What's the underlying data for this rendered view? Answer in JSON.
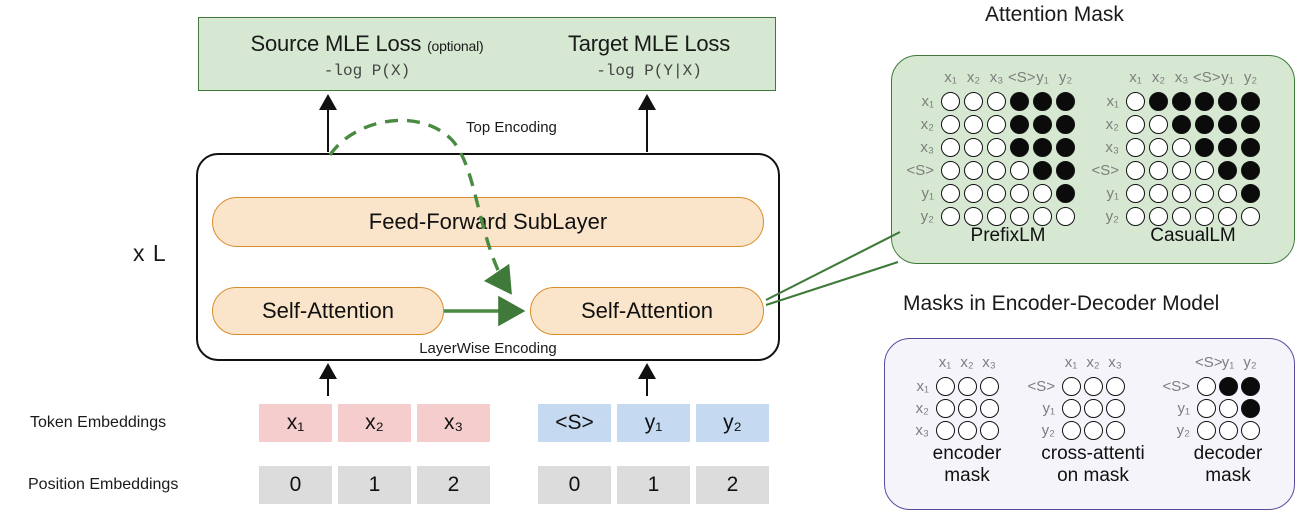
{
  "loss_banner": {
    "source": {
      "title": "Source MLE Loss ",
      "optional": "(optional)",
      "formula": "-log P(X)"
    },
    "target": {
      "title": "Target MLE Loss",
      "formula": "-log P(Y|X)"
    }
  },
  "layer": {
    "feed_forward_label": "Feed-Forward SubLayer",
    "self_attention_left_label": "Self-Attention",
    "self_attention_right_label": "Self-Attention",
    "layerwise_encoding_label": "LayerWise Encoding",
    "repeat_label": "x L",
    "top_encoding_label": "Top Encoding"
  },
  "embeddings": {
    "token_label": "Token Embeddings",
    "position_label": "Position  Embeddings",
    "source_tokens": [
      "x₁",
      "x₂",
      "x₃"
    ],
    "target_tokens": [
      "<S>",
      "y₁",
      "y₂"
    ],
    "source_positions": [
      "0",
      "1",
      "2"
    ],
    "target_positions": [
      "0",
      "1",
      "2"
    ],
    "source_color": "#f5cdcd",
    "target_color": "#c5d9f1",
    "position_color": "#dcdcdc"
  },
  "attention_mask_panel": {
    "title": "Attention Mask",
    "fill": "#d6e8d2",
    "border": "#3f7a3a",
    "matrices": [
      {
        "caption": "PrefixLM",
        "cols": [
          "x₁",
          "x₂",
          "x₃",
          "<S>",
          "y₁",
          "y₂"
        ],
        "rows": [
          "x₁",
          "x₂",
          "x₃",
          "<S>",
          "y₁",
          "y₂"
        ],
        "cells": [
          [
            0,
            0,
            0,
            1,
            1,
            1
          ],
          [
            0,
            0,
            0,
            1,
            1,
            1
          ],
          [
            0,
            0,
            0,
            1,
            1,
            1
          ],
          [
            0,
            0,
            0,
            0,
            1,
            1
          ],
          [
            0,
            0,
            0,
            0,
            0,
            1
          ],
          [
            0,
            0,
            0,
            0,
            0,
            0
          ]
        ]
      },
      {
        "caption": "CasualLM",
        "cols": [
          "x₁",
          "x₂",
          "x₃",
          "<S>",
          "y₁",
          "y₂"
        ],
        "rows": [
          "x₁",
          "x₂",
          "x₃",
          "<S>",
          "y₁",
          "y₂"
        ],
        "cells": [
          [
            0,
            1,
            1,
            1,
            1,
            1
          ],
          [
            0,
            0,
            1,
            1,
            1,
            1
          ],
          [
            0,
            0,
            0,
            1,
            1,
            1
          ],
          [
            0,
            0,
            0,
            0,
            1,
            1
          ],
          [
            0,
            0,
            0,
            0,
            0,
            1
          ],
          [
            0,
            0,
            0,
            0,
            0,
            0
          ]
        ]
      }
    ]
  },
  "encoder_decoder_panel": {
    "title": "Masks in Encoder-Decoder Model",
    "fill": "#f5f4fa",
    "border": "#5b4b9e",
    "matrices": [
      {
        "caption": "encoder\nmask",
        "cols": [
          "x₁",
          "x₂",
          "x₃"
        ],
        "rows": [
          "x₁",
          "x₂",
          "x₃"
        ],
        "cells": [
          [
            0,
            0,
            0
          ],
          [
            0,
            0,
            0
          ],
          [
            0,
            0,
            0
          ]
        ]
      },
      {
        "caption": "cross-attenti\non mask",
        "cols": [
          "x₁",
          "x₂",
          "x₃"
        ],
        "rows": [
          "<S>",
          "y₁",
          "y₂"
        ],
        "cells": [
          [
            0,
            0,
            0
          ],
          [
            0,
            0,
            0
          ],
          [
            0,
            0,
            0
          ]
        ]
      },
      {
        "caption": "decoder\nmask",
        "cols": [
          "<S>",
          "y₁",
          "y₂"
        ],
        "rows": [
          "<S>",
          "y₁",
          "y₂"
        ],
        "cells": [
          [
            0,
            1,
            1
          ],
          [
            0,
            0,
            1
          ],
          [
            0,
            0,
            0
          ]
        ]
      }
    ]
  },
  "colors": {
    "green": "#3f7a3a",
    "orange_fill": "#fae5cb",
    "orange_border": "#d98c2b",
    "purple": "#5b4b9e",
    "black": "#111111"
  }
}
